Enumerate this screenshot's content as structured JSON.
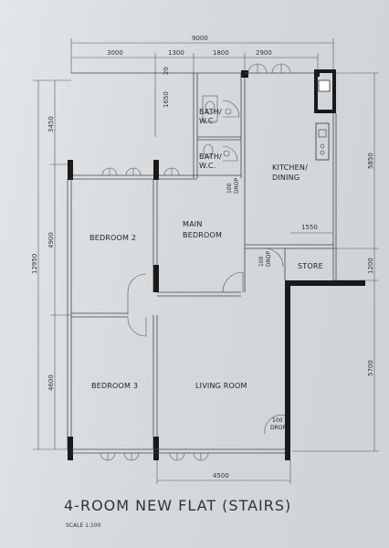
{
  "title": "4-ROOM NEW FLAT (STAIRS)",
  "scale": "SCALE   1:100",
  "dimensions": {
    "overall_width": "9000",
    "top_segments": [
      "3000",
      "1300",
      "1800",
      "2900"
    ],
    "left_total": "12950",
    "left_segments": [
      "3450",
      "4900",
      "4600"
    ],
    "right_segments": [
      "5850",
      "1200",
      "5700"
    ],
    "bath_small_1": "20",
    "bath_small_2": "1650",
    "kitchen_inner": "1550",
    "bottom": "4500"
  },
  "rooms": {
    "bath_wc_1": [
      "BATH/",
      "W.C."
    ],
    "bath_wc_2": [
      "BATH/",
      "W.C."
    ],
    "kitchen": [
      "KITCHEN/",
      "DINING"
    ],
    "bedroom2": "BEDROOM 2",
    "main_bedroom": [
      "MAIN",
      "BEDROOM"
    ],
    "store": "STORE",
    "bedroom3": "BEDROOM 3",
    "living": "LIVING ROOM"
  },
  "drops": {
    "bath_drop": [
      "100",
      "DROP"
    ],
    "store_drop": [
      "100",
      "DROP"
    ],
    "living_drop": [
      "100",
      "DROP"
    ]
  }
}
